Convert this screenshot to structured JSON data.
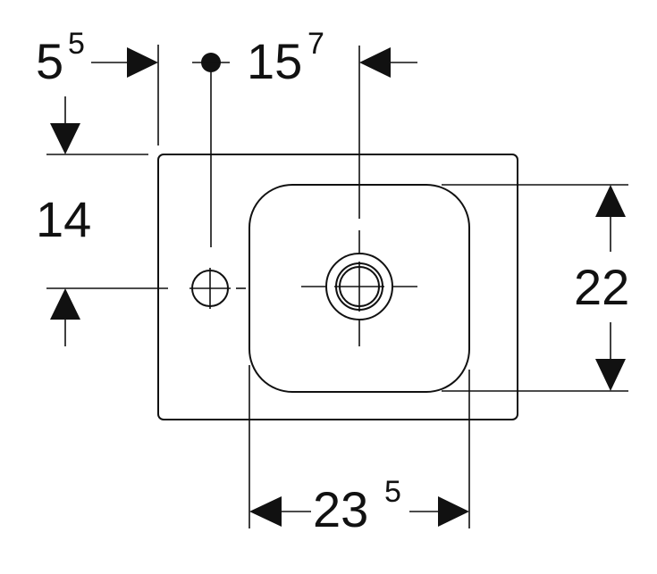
{
  "dimensions": {
    "left_offset": {
      "main": "5",
      "sup": "5"
    },
    "tap_to_drain": {
      "main": "15",
      "sup": "7"
    },
    "top_to_tap": {
      "main": "14"
    },
    "bowl_depth": {
      "main": "22"
    },
    "bowl_width": {
      "main": "23",
      "sup": "5"
    }
  }
}
